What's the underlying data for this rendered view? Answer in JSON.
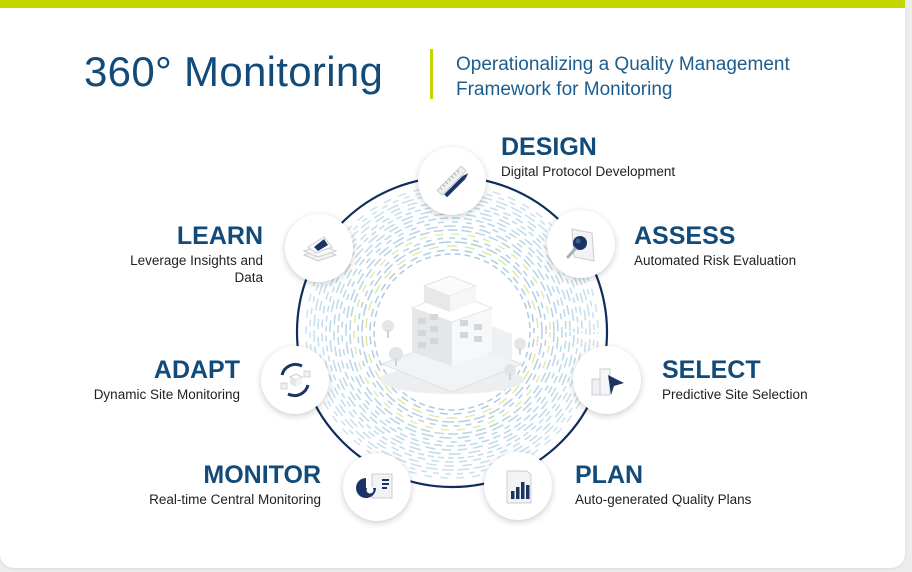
{
  "header": {
    "title": "360° Monitoring",
    "subtitle_line1": "Operationalizing a Quality Management",
    "subtitle_line2": "Framework for Monitoring"
  },
  "stages": {
    "design": {
      "title": "DESIGN",
      "desc": "Digital Protocol Development",
      "icon": "pen-ruler-icon"
    },
    "assess": {
      "title": "ASSESS",
      "desc": "Automated Risk Evaluation",
      "icon": "magnifier-document-icon"
    },
    "select": {
      "title": "SELECT",
      "desc": "Predictive Site Selection",
      "icon": "cursor-blocks-icon"
    },
    "plan": {
      "title": "PLAN",
      "desc": "Auto-generated Quality Plans",
      "icon": "bar-chart-document-icon"
    },
    "monitor": {
      "title": "MONITOR",
      "desc": "Real-time Central Monitoring",
      "icon": "pie-chart-document-icon"
    },
    "adapt": {
      "title": "ADAPT",
      "desc": "Dynamic Site Monitoring",
      "icon": "cycle-cubes-icon"
    },
    "learn": {
      "title": "LEARN",
      "desc_line1": "Leverage Insights and",
      "desc_line2": "Data",
      "icon": "book-stack-icon"
    }
  },
  "colors": {
    "accent": "#c4d600",
    "brand_blue": "#124b7a",
    "ring_navy": "#0f2d5a",
    "ripple_blue": "#9cc4dd",
    "ripple_green": "#dbe58c"
  }
}
